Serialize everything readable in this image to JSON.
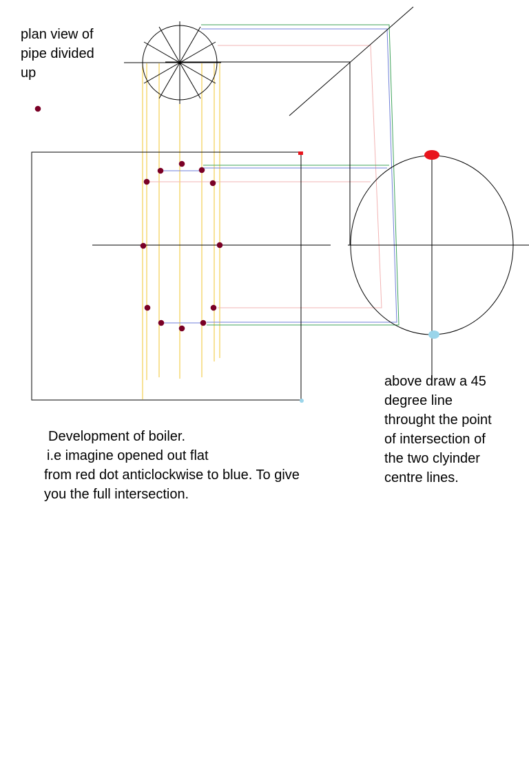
{
  "colors": {
    "ink": "#000000",
    "projection_yellow": "#f2c62c",
    "projection_pink": "#f2b3b3",
    "projection_green": "#3fa35a",
    "projection_blue": "#6f7fd8",
    "point_maroon": "#7a0026",
    "dot_red": "#e8141c",
    "dot_blue": "#9ad5ea"
  },
  "notes": {
    "plan_view": {
      "line1": "plan view of",
      "line2": "pipe divided",
      "line3": "up"
    },
    "development": {
      "line1": "Development of boiler.",
      "line2": "i.e imagine opened out flat",
      "line3": "from red dot anticlockwise to blue. To give",
      "line4": "you the full intersection."
    },
    "construction": {
      "line1": "above draw a 45",
      "line2": "degree line",
      "line3": "throught the point",
      "line4": "of intersection of",
      "line5": "the two clyinder",
      "line6": "centre lines."
    }
  }
}
